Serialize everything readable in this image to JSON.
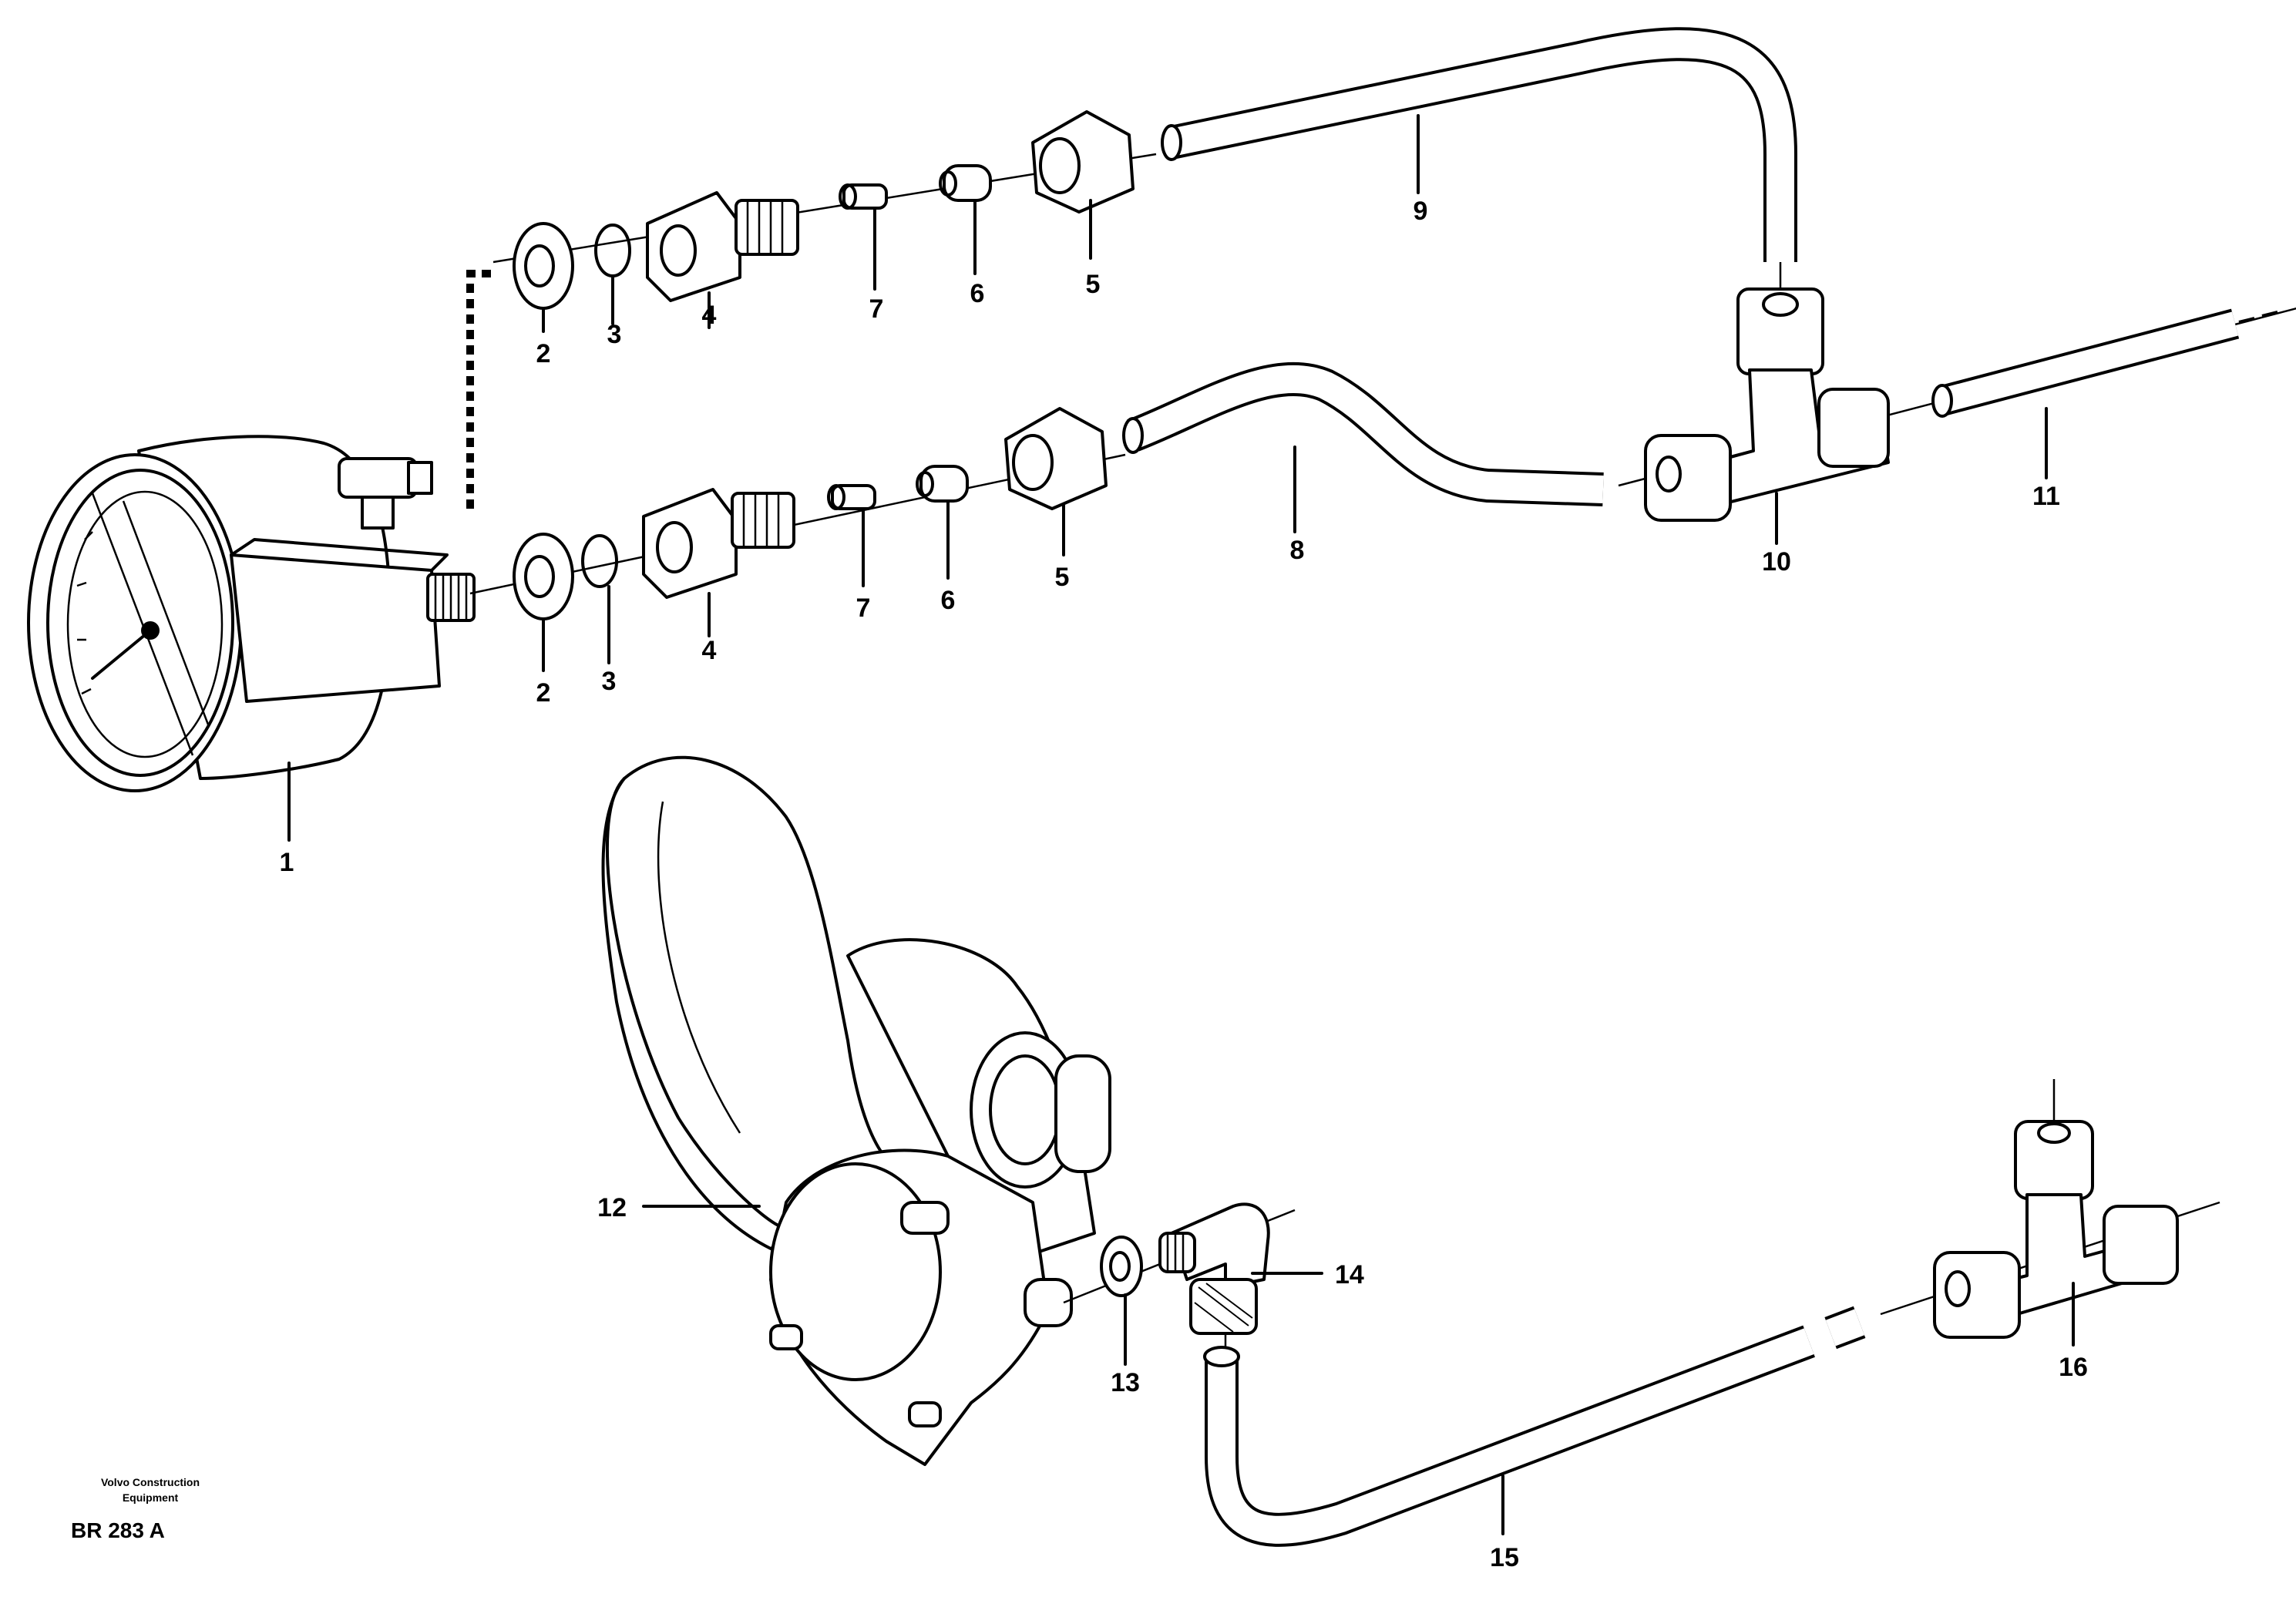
{
  "callouts": [
    {
      "id": "1",
      "label": "1"
    },
    {
      "id": "2a",
      "label": "2"
    },
    {
      "id": "2b",
      "label": "2"
    },
    {
      "id": "3a",
      "label": "3"
    },
    {
      "id": "3b",
      "label": "3"
    },
    {
      "id": "4a",
      "label": "4"
    },
    {
      "id": "4b",
      "label": "4"
    },
    {
      "id": "5a",
      "label": "5"
    },
    {
      "id": "5b",
      "label": "5"
    },
    {
      "id": "6a",
      "label": "6"
    },
    {
      "id": "6b",
      "label": "6"
    },
    {
      "id": "7a",
      "label": "7"
    },
    {
      "id": "7b",
      "label": "7"
    },
    {
      "id": "8",
      "label": "8"
    },
    {
      "id": "9",
      "label": "9"
    },
    {
      "id": "10",
      "label": "10"
    },
    {
      "id": "11",
      "label": "11"
    },
    {
      "id": "12",
      "label": "12"
    },
    {
      "id": "13",
      "label": "13"
    },
    {
      "id": "14",
      "label": "14"
    },
    {
      "id": "15",
      "label": "15"
    },
    {
      "id": "16",
      "label": "16"
    }
  ],
  "credit": {
    "line1": "Volvo Construction",
    "line2": "Equipment",
    "code": "BR 283 A"
  }
}
